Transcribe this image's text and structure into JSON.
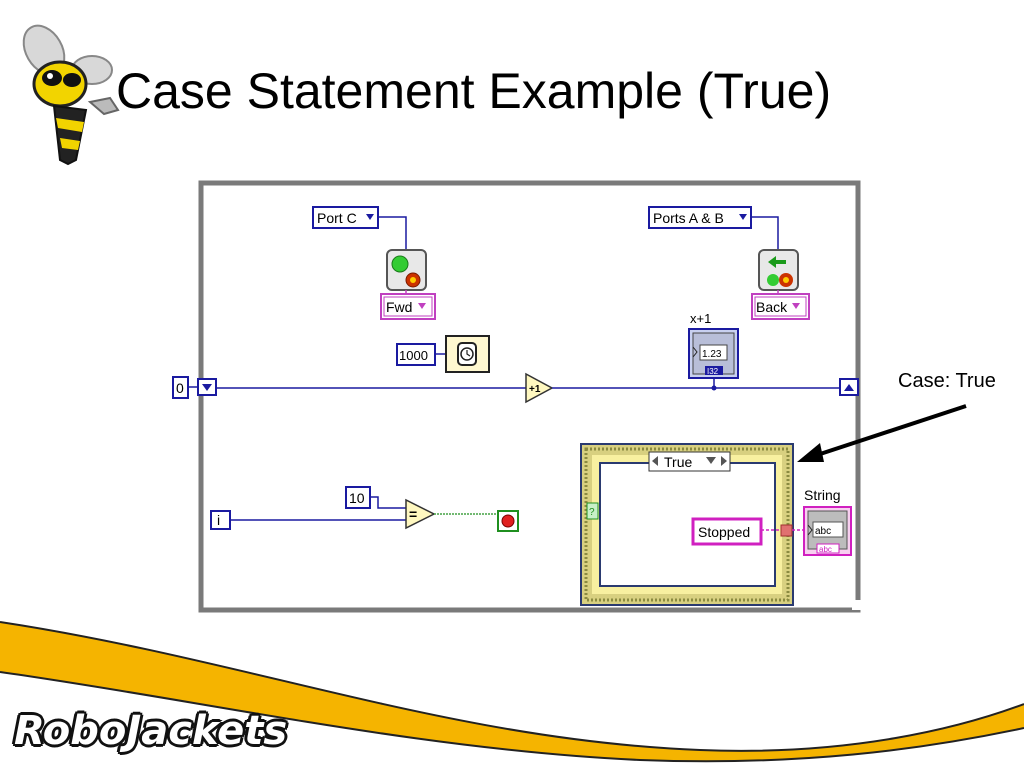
{
  "slide": {
    "title": "Case Statement Example (True)",
    "brand": "RoboJackets",
    "callout": "Case: True"
  },
  "diagram": {
    "port_c_label": "Port C",
    "ports_ab_label": "Ports A & B",
    "fwd_label": "Fwd",
    "back_label": "Back",
    "wait_value": "1000",
    "increment_title": "x+1",
    "increment_glyph": "+1",
    "indicator_value": "1.23",
    "indicator_sub": "I32",
    "shift_init_value": "0",
    "iteration_label": "i",
    "compare_value": "10",
    "compare_glyph": "=",
    "case_selector": "True",
    "case_selector_glyph": "?",
    "string_constant": "Stopped",
    "string_indicator_title": "String",
    "string_indicator_value": "abc",
    "string_indicator_sub": "abc"
  },
  "colors": {
    "wire_blue": "#1a1aa0",
    "wire_green": "#1f8f1f",
    "string_pink": "#d020c0",
    "frame_gray": "#7a7a7a",
    "case_yellow": "#f8f0a0",
    "footer_gold": "#f5b400"
  }
}
